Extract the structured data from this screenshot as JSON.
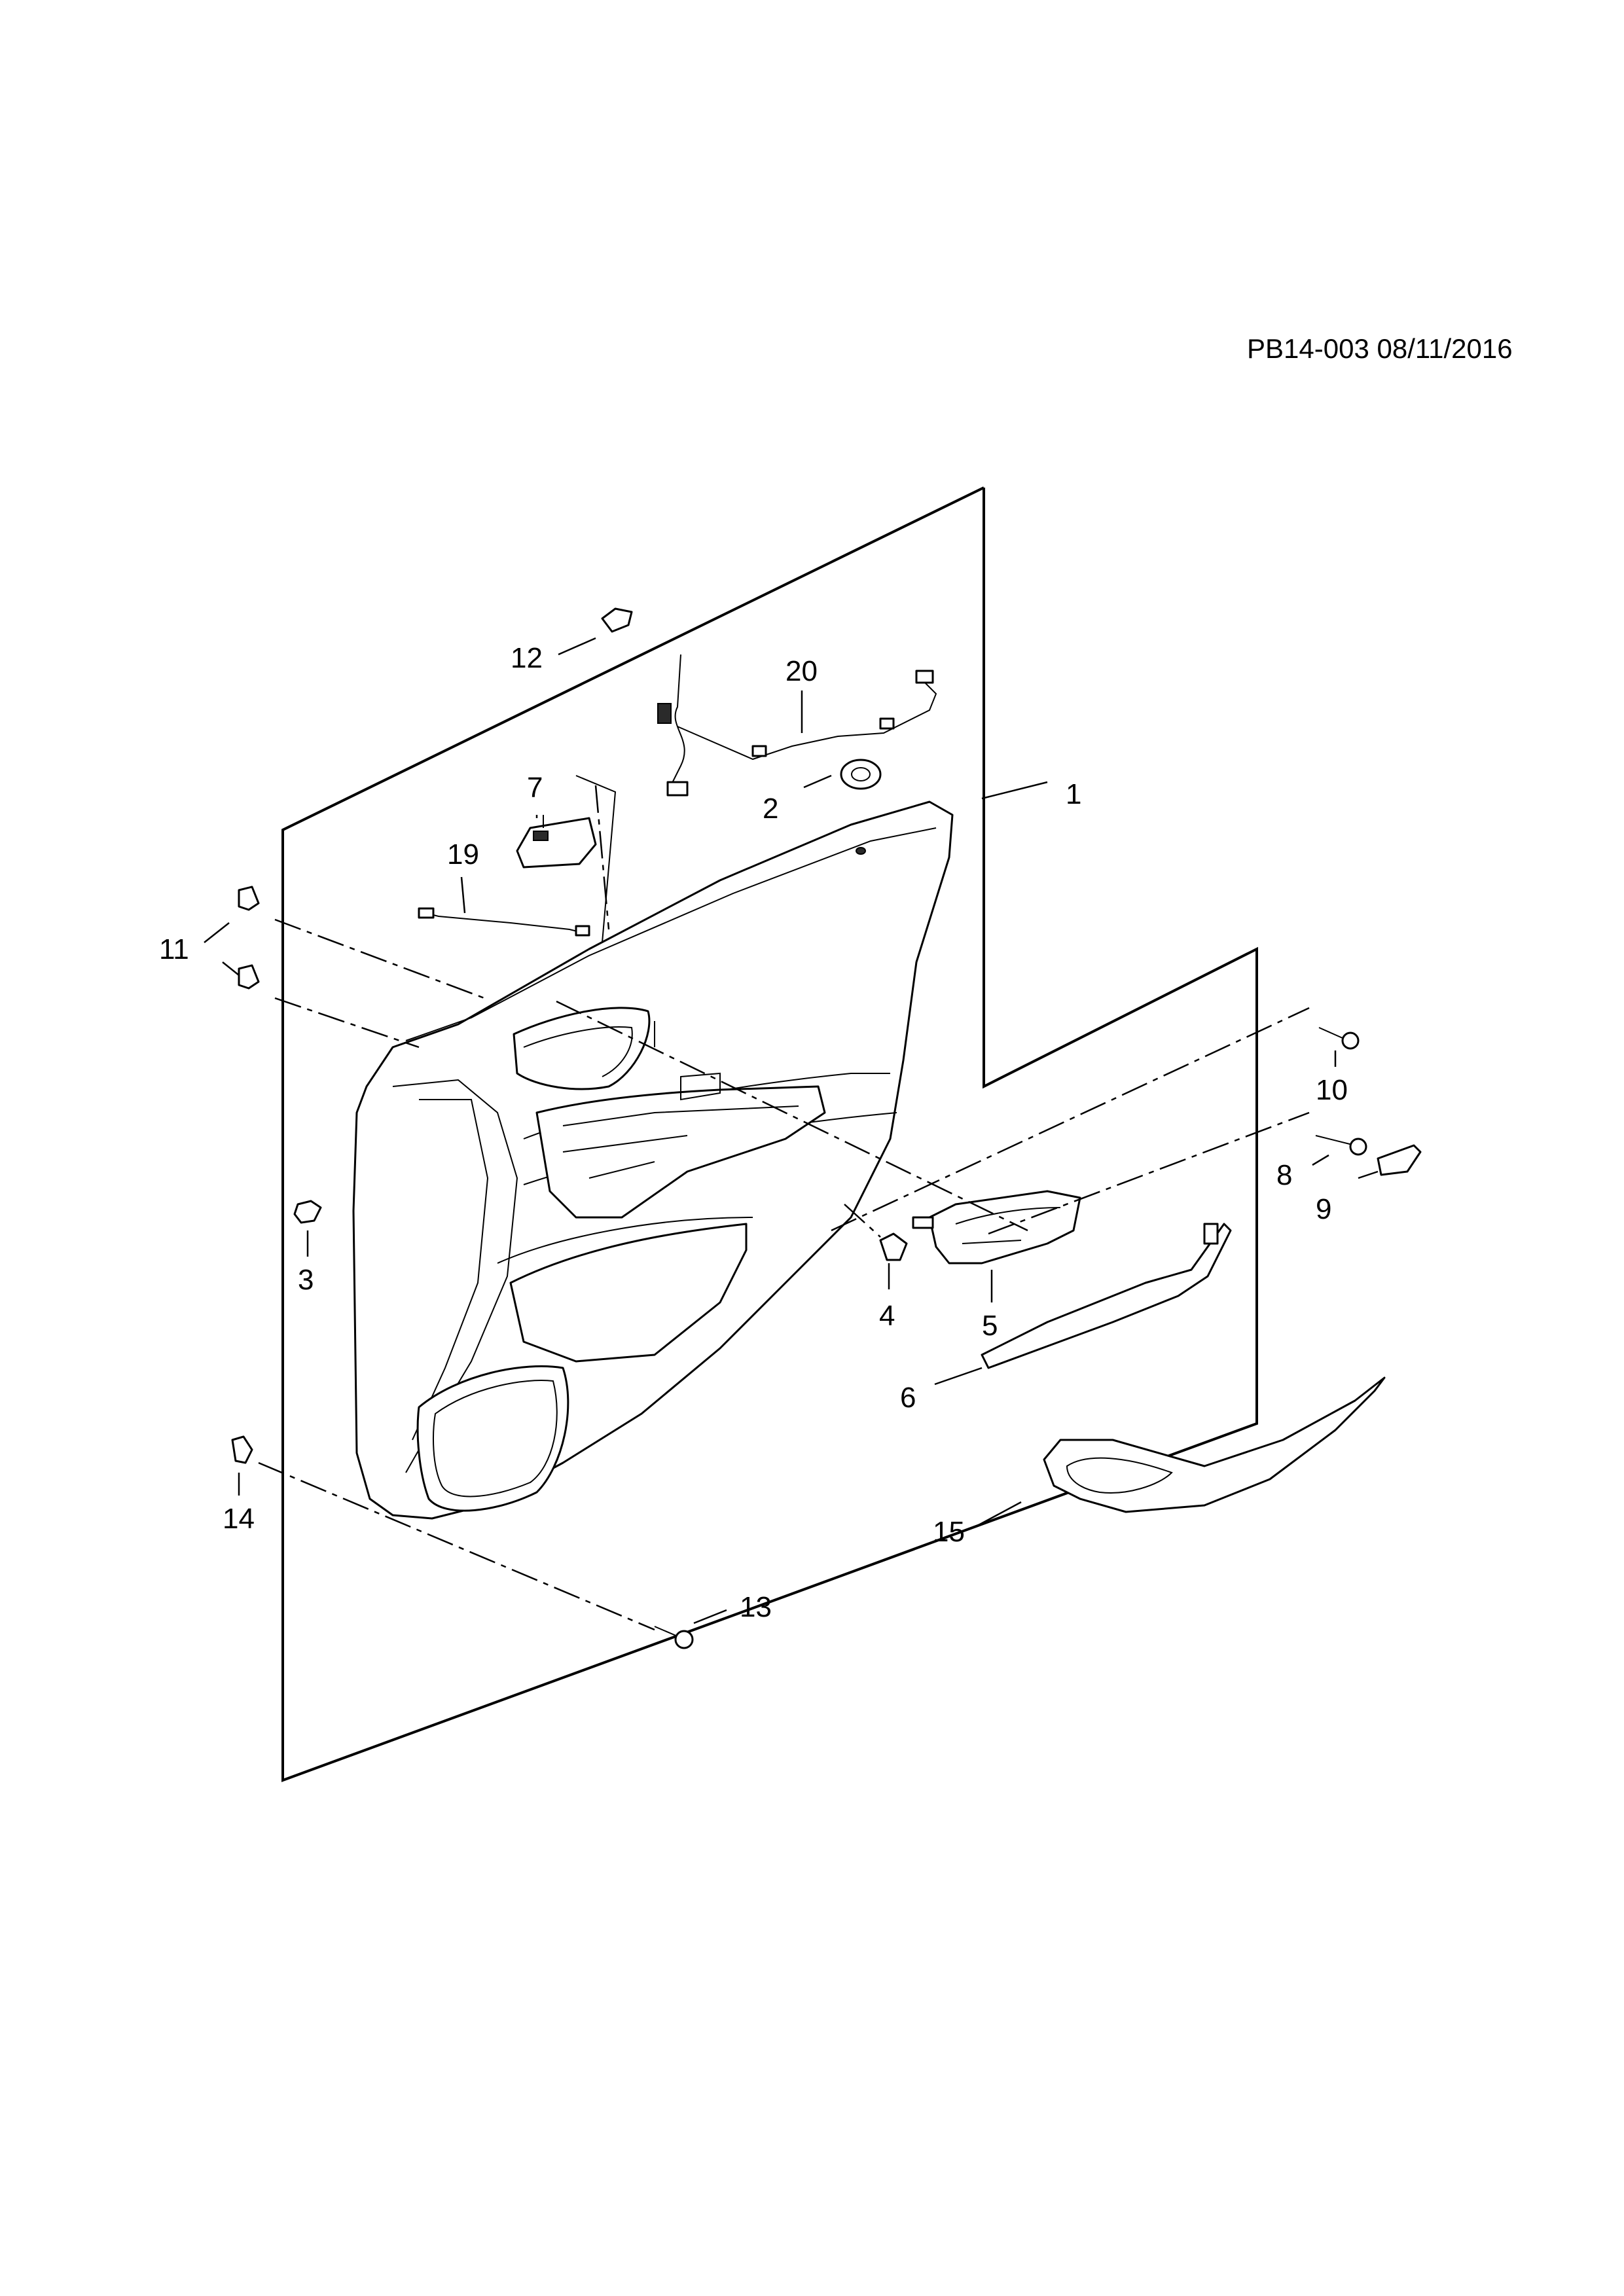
{
  "reference": "PB14-003 08/11/2016",
  "callouts": {
    "c1": "1",
    "c2": "2",
    "c3": "3",
    "c4": "4",
    "c5": "5",
    "c6": "6",
    "c7": "7",
    "c8": "8",
    "c9": "9",
    "c10": "10",
    "c11": "11",
    "c12": "12",
    "c13": "13",
    "c14": "14",
    "c15": "15",
    "c19": "19",
    "c20": "20"
  }
}
